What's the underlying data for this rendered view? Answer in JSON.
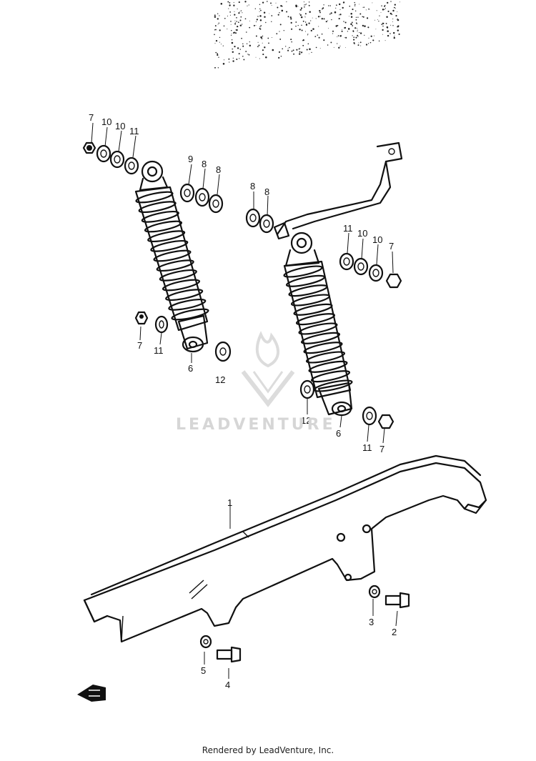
{
  "diagram": {
    "callouts": [
      {
        "id": "c7a",
        "text": "7"
      },
      {
        "id": "c10a",
        "text": "10"
      },
      {
        "id": "c10b",
        "text": "10"
      },
      {
        "id": "c11a",
        "text": "11"
      },
      {
        "id": "c9",
        "text": "9"
      },
      {
        "id": "c8a",
        "text": "8"
      },
      {
        "id": "c8b",
        "text": "8"
      },
      {
        "id": "c8c",
        "text": "8"
      },
      {
        "id": "c8d",
        "text": "8"
      },
      {
        "id": "c11b",
        "text": "11"
      },
      {
        "id": "c10c",
        "text": "10"
      },
      {
        "id": "c10d",
        "text": "10"
      },
      {
        "id": "c7b",
        "text": "7"
      },
      {
        "id": "c7c",
        "text": "7"
      },
      {
        "id": "c11c",
        "text": "11"
      },
      {
        "id": "c6a",
        "text": "6"
      },
      {
        "id": "c12a",
        "text": "12"
      },
      {
        "id": "c12b",
        "text": "12"
      },
      {
        "id": "c6b",
        "text": "6"
      },
      {
        "id": "c11d",
        "text": "11"
      },
      {
        "id": "c7d",
        "text": "7"
      },
      {
        "id": "c1",
        "text": "1"
      },
      {
        "id": "c3",
        "text": "3"
      },
      {
        "id": "c2",
        "text": "2"
      },
      {
        "id": "c5",
        "text": "5"
      },
      {
        "id": "c4",
        "text": "4"
      }
    ],
    "watermark": "LEADVENTURE",
    "footer": "Rendered by LeadVenture, Inc."
  },
  "colors": {
    "ink": "#111111",
    "watermark": "#d6d6d6",
    "background": "#ffffff"
  }
}
